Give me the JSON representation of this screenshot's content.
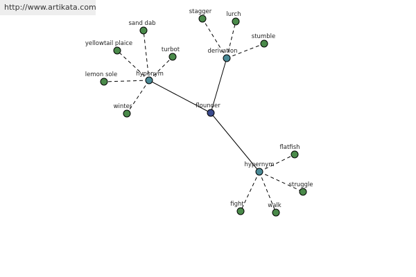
{
  "header": {
    "url": "http://www.artikata.com"
  },
  "colors": {
    "root": "#3a4a8c",
    "relation": "#4a8a96",
    "leaf": "#4a8a4a",
    "banner_bg": "#eeeeee",
    "banner_text": "#333333"
  },
  "graph": {
    "root": {
      "id": "flounder",
      "label": "flounder"
    },
    "relations": [
      {
        "id": "hyponym",
        "label": "hyponym",
        "terms": [
          "sand dab",
          "yellowtail plaice",
          "turbot",
          "lemon sole",
          "winter"
        ]
      },
      {
        "id": "derivation",
        "label": "derivation",
        "terms": [
          "stagger",
          "lurch",
          "stumble"
        ]
      },
      {
        "id": "hypernym",
        "label": "hypernym",
        "terms": [
          "flatfish",
          "struggle",
          "walk",
          "fight"
        ]
      }
    ]
  }
}
